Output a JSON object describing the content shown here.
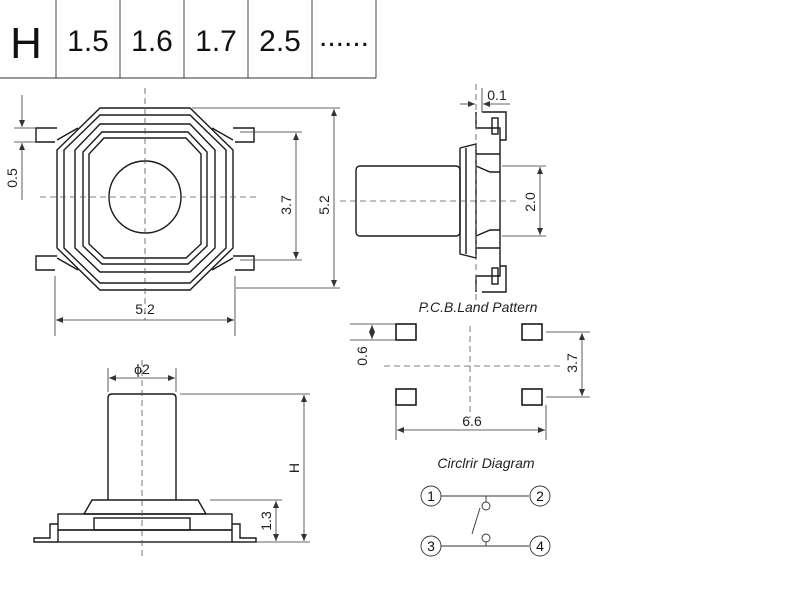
{
  "table": {
    "header": "H",
    "values": [
      "1.5",
      "1.6",
      "1.7",
      "2.5",
      "......"
    ]
  },
  "dimensions": {
    "top_pin_width": "0.5",
    "inner_square": "3.7",
    "outer_height": "5.2",
    "outer_width": "5.2",
    "side_offset": "0.1",
    "side_actuator": "2.0",
    "actuator_dia": "ϕ2",
    "height_var": "H",
    "base_height": "1.3"
  },
  "land_pattern": {
    "title": "P.C.B.Land Pattern",
    "pad_size": "0.6",
    "pitch_v": "3.7",
    "pitch_h": "6.6"
  },
  "circuit": {
    "title": "Circlrir Diagram",
    "pins": [
      "1",
      "2",
      "3",
      "4"
    ]
  }
}
